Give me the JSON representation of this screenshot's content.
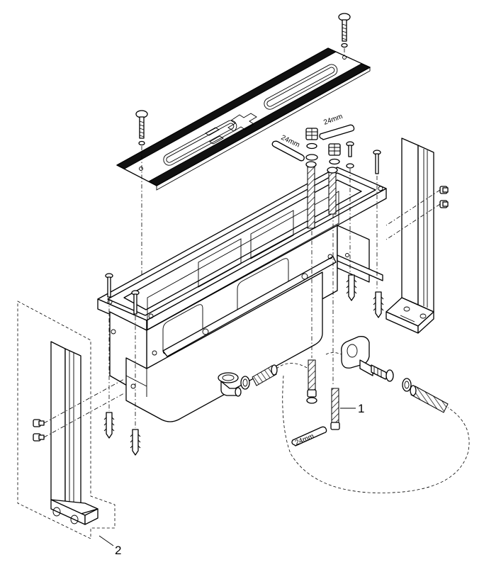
{
  "callouts": {
    "hose_part": "1",
    "bracket_part": "2"
  },
  "wrench_sizes": {
    "top_right": "24mm",
    "top_left": "24mm",
    "bottom": "24mm"
  },
  "colors": {
    "line": "#000000",
    "background": "#ffffff",
    "seal_strip": "#111111"
  }
}
